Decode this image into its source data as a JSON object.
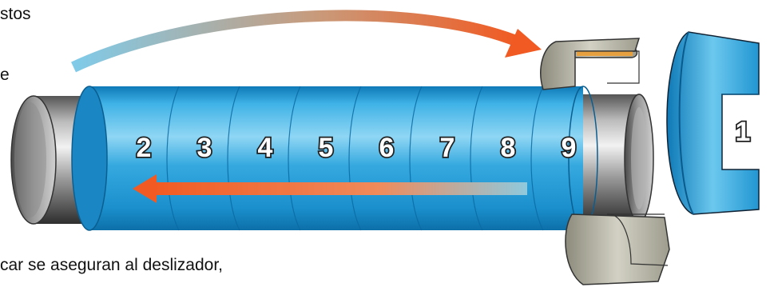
{
  "captions": {
    "top_line_1": "stos",
    "top_line_2": "e",
    "bottom": "car se aseguran al deslizador,"
  },
  "segment_labels": [
    "2",
    "3",
    "4",
    "5",
    "6",
    "7",
    "8",
    "9"
  ],
  "detached_segment_label": "1",
  "colors": {
    "sleeve_blue": "#2aa3dc",
    "sleeve_blue_light": "#8fd6f4",
    "sleeve_blue_dark": "#0e79b7",
    "metal_light": "#dcdcdc",
    "metal_dark": "#3a3a3a",
    "arrow_orange": "#f15a22",
    "arrow_blue": "#7fcbe9",
    "clip_grey": "#b9b8a8"
  }
}
